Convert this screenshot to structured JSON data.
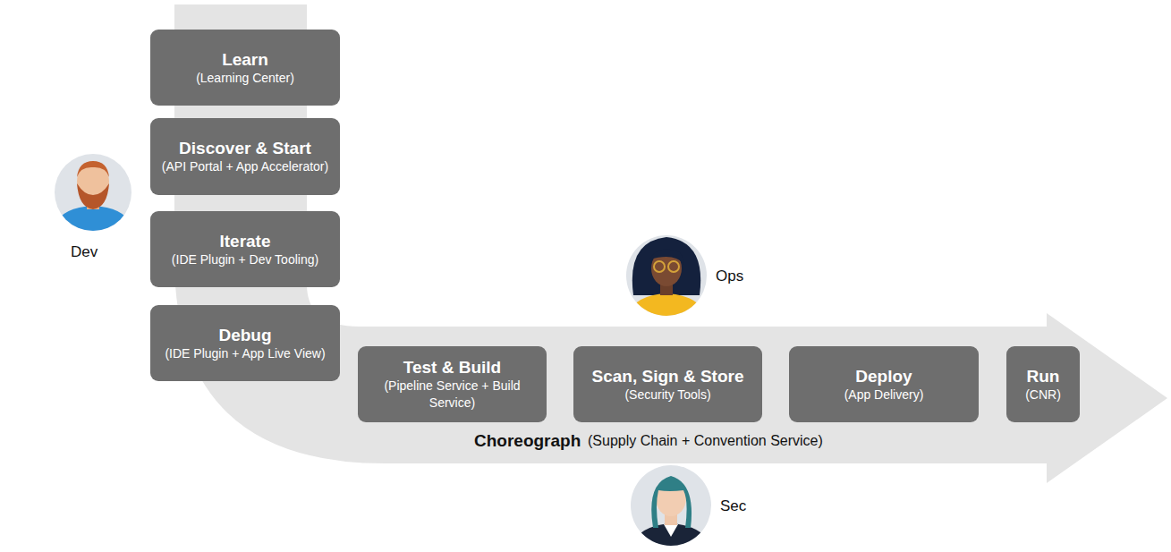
{
  "diagram": {
    "nodes": [
      {
        "text": [
          "Learn",
          "(Learning Center)"
        ]
      },
      {
        "text": [
          "Discover & Start",
          "(API Portal + App Accelerator)"
        ]
      },
      {
        "text": [
          "Iterate",
          "(IDE Plugin + Dev Tooling)"
        ]
      },
      {
        "text": [
          "Debug",
          "(IDE Plugin + App Live View)"
        ]
      },
      {
        "text": [
          "Test & Build",
          "(Pipeline Service + Build Service)"
        ]
      },
      {
        "text": [
          "Scan, Sign & Store",
          "(Security Tools)"
        ]
      },
      {
        "text": [
          "Deploy",
          "(App Delivery)"
        ]
      },
      {
        "text": [
          "Run",
          "(CNR)"
        ]
      }
    ],
    "edges": [],
    "labels": [
      "Dev",
      "Ops",
      "Sec",
      "Choreograph",
      "(Supply Chain + Convention Service)"
    ]
  }
}
